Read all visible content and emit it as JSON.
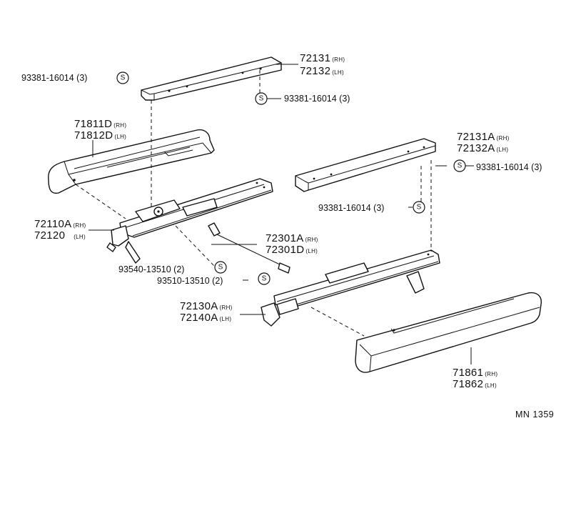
{
  "labels": {
    "l_72131": {
      "num": "72131",
      "side": "(RH)"
    },
    "l_72132": {
      "num": "72132",
      "side": "(LH)"
    },
    "l_93381_a": {
      "text": "93381-16014 (3)"
    },
    "l_93381_b": {
      "text": "93381-16014 (3)"
    },
    "l_71811d": {
      "num": "71811D",
      "side": "(RH)"
    },
    "l_71812d": {
      "num": "71812D",
      "side": "(LH)"
    },
    "l_72131a": {
      "num": "72131A",
      "side": "(RH)"
    },
    "l_72132a": {
      "num": "72132A",
      "side": "(LH)"
    },
    "l_93381_c": {
      "text": "93381-16014 (3)"
    },
    "l_93381_d": {
      "text": "93381-16014 (3)"
    },
    "l_72110a": {
      "num": "72110A",
      "side": "(RH)"
    },
    "l_72120": {
      "num": "72120",
      "side": "(LH)"
    },
    "l_72301a": {
      "num": "72301A",
      "side": "(RH)"
    },
    "l_72301d": {
      "num": "72301D",
      "side": "(LH)"
    },
    "l_93540": {
      "text": "93540-13510 (2)"
    },
    "l_93510": {
      "text": "93510-13510 (2)"
    },
    "l_72130a": {
      "num": "72130A",
      "side": "(RH)"
    },
    "l_72140a": {
      "num": "72140A",
      "side": "(LH)"
    },
    "l_71861": {
      "num": "71861",
      "side": "(RH)"
    },
    "l_71862": {
      "num": "71862",
      "side": "(LH)"
    }
  },
  "symbol": "S",
  "figure_ref": "MN 1359"
}
